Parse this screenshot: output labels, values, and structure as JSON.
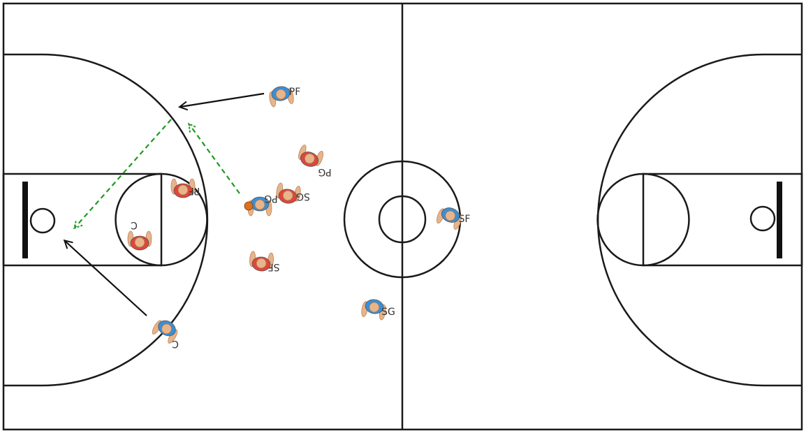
{
  "court": {
    "line_color": "#1a1a1a",
    "background": "#ffffff"
  },
  "colors": {
    "blue_team": "#3a8fd6",
    "red_team": "#e0463a",
    "skin": "#e8b48a",
    "cut_arrow": "#111111",
    "pass_arrow": "#1f9a1f"
  },
  "players": [
    {
      "id": "blue-pf",
      "team": "blue",
      "label": "PF",
      "flipped": false
    },
    {
      "id": "blue-pg",
      "team": "blue",
      "label": "PG",
      "flipped": true,
      "has_ball": true
    },
    {
      "id": "blue-sf",
      "team": "blue",
      "label": "SF",
      "flipped": false
    },
    {
      "id": "blue-sg",
      "team": "blue",
      "label": "SG",
      "flipped": false
    },
    {
      "id": "blue-c",
      "team": "blue",
      "label": "C",
      "flipped": true
    },
    {
      "id": "red-pg",
      "team": "red",
      "label": "PG",
      "flipped": true
    },
    {
      "id": "red-sg",
      "team": "red",
      "label": "SG",
      "flipped": true
    },
    {
      "id": "red-pf",
      "team": "red",
      "label": "PF",
      "flipped": true
    },
    {
      "id": "red-c",
      "team": "red",
      "label": "C",
      "flipped": true
    },
    {
      "id": "red-sf",
      "team": "red",
      "label": "SF",
      "flipped": true
    }
  ],
  "arrows": [
    {
      "id": "cut-pf",
      "kind": "cut"
    },
    {
      "id": "cut-c",
      "kind": "cut"
    },
    {
      "id": "pass-1",
      "kind": "pass"
    },
    {
      "id": "pass-2",
      "kind": "pass"
    }
  ]
}
